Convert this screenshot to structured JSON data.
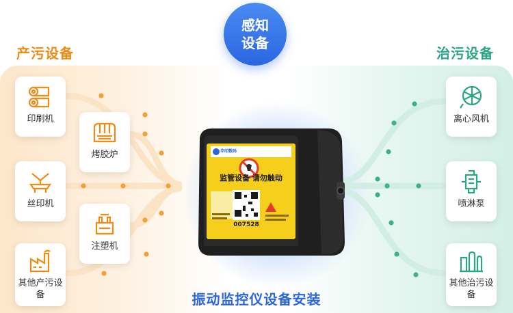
{
  "center_title": "感知设备",
  "left_group": {
    "title": "产污设备",
    "items": [
      {
        "label": "印刷机",
        "icon": "printing-press-icon"
      },
      {
        "label": "烤胶炉",
        "icon": "curing-oven-icon"
      },
      {
        "label": "丝印机",
        "icon": "screen-printer-icon"
      },
      {
        "label": "注塑机",
        "icon": "injection-molding-icon"
      },
      {
        "label": "其他产污设备",
        "icon": "factory-icon"
      }
    ]
  },
  "right_group": {
    "title": "治污设备",
    "items": [
      {
        "label": "离心风机",
        "icon": "centrifugal-fan-icon"
      },
      {
        "label": "喷淋泵",
        "icon": "spray-pump-icon"
      },
      {
        "label": "其他治污设备",
        "icon": "treatment-tanks-icon"
      }
    ]
  },
  "device": {
    "brand": "华印数码",
    "warning": "监管设备 请勿触动",
    "code": "007528"
  },
  "bottom_title": "振动监控仪设备安装",
  "colors": {
    "orange": "#f08a12",
    "green": "#2aa685",
    "blue": "#2b66e0",
    "yellow": "#f5cf1c"
  }
}
